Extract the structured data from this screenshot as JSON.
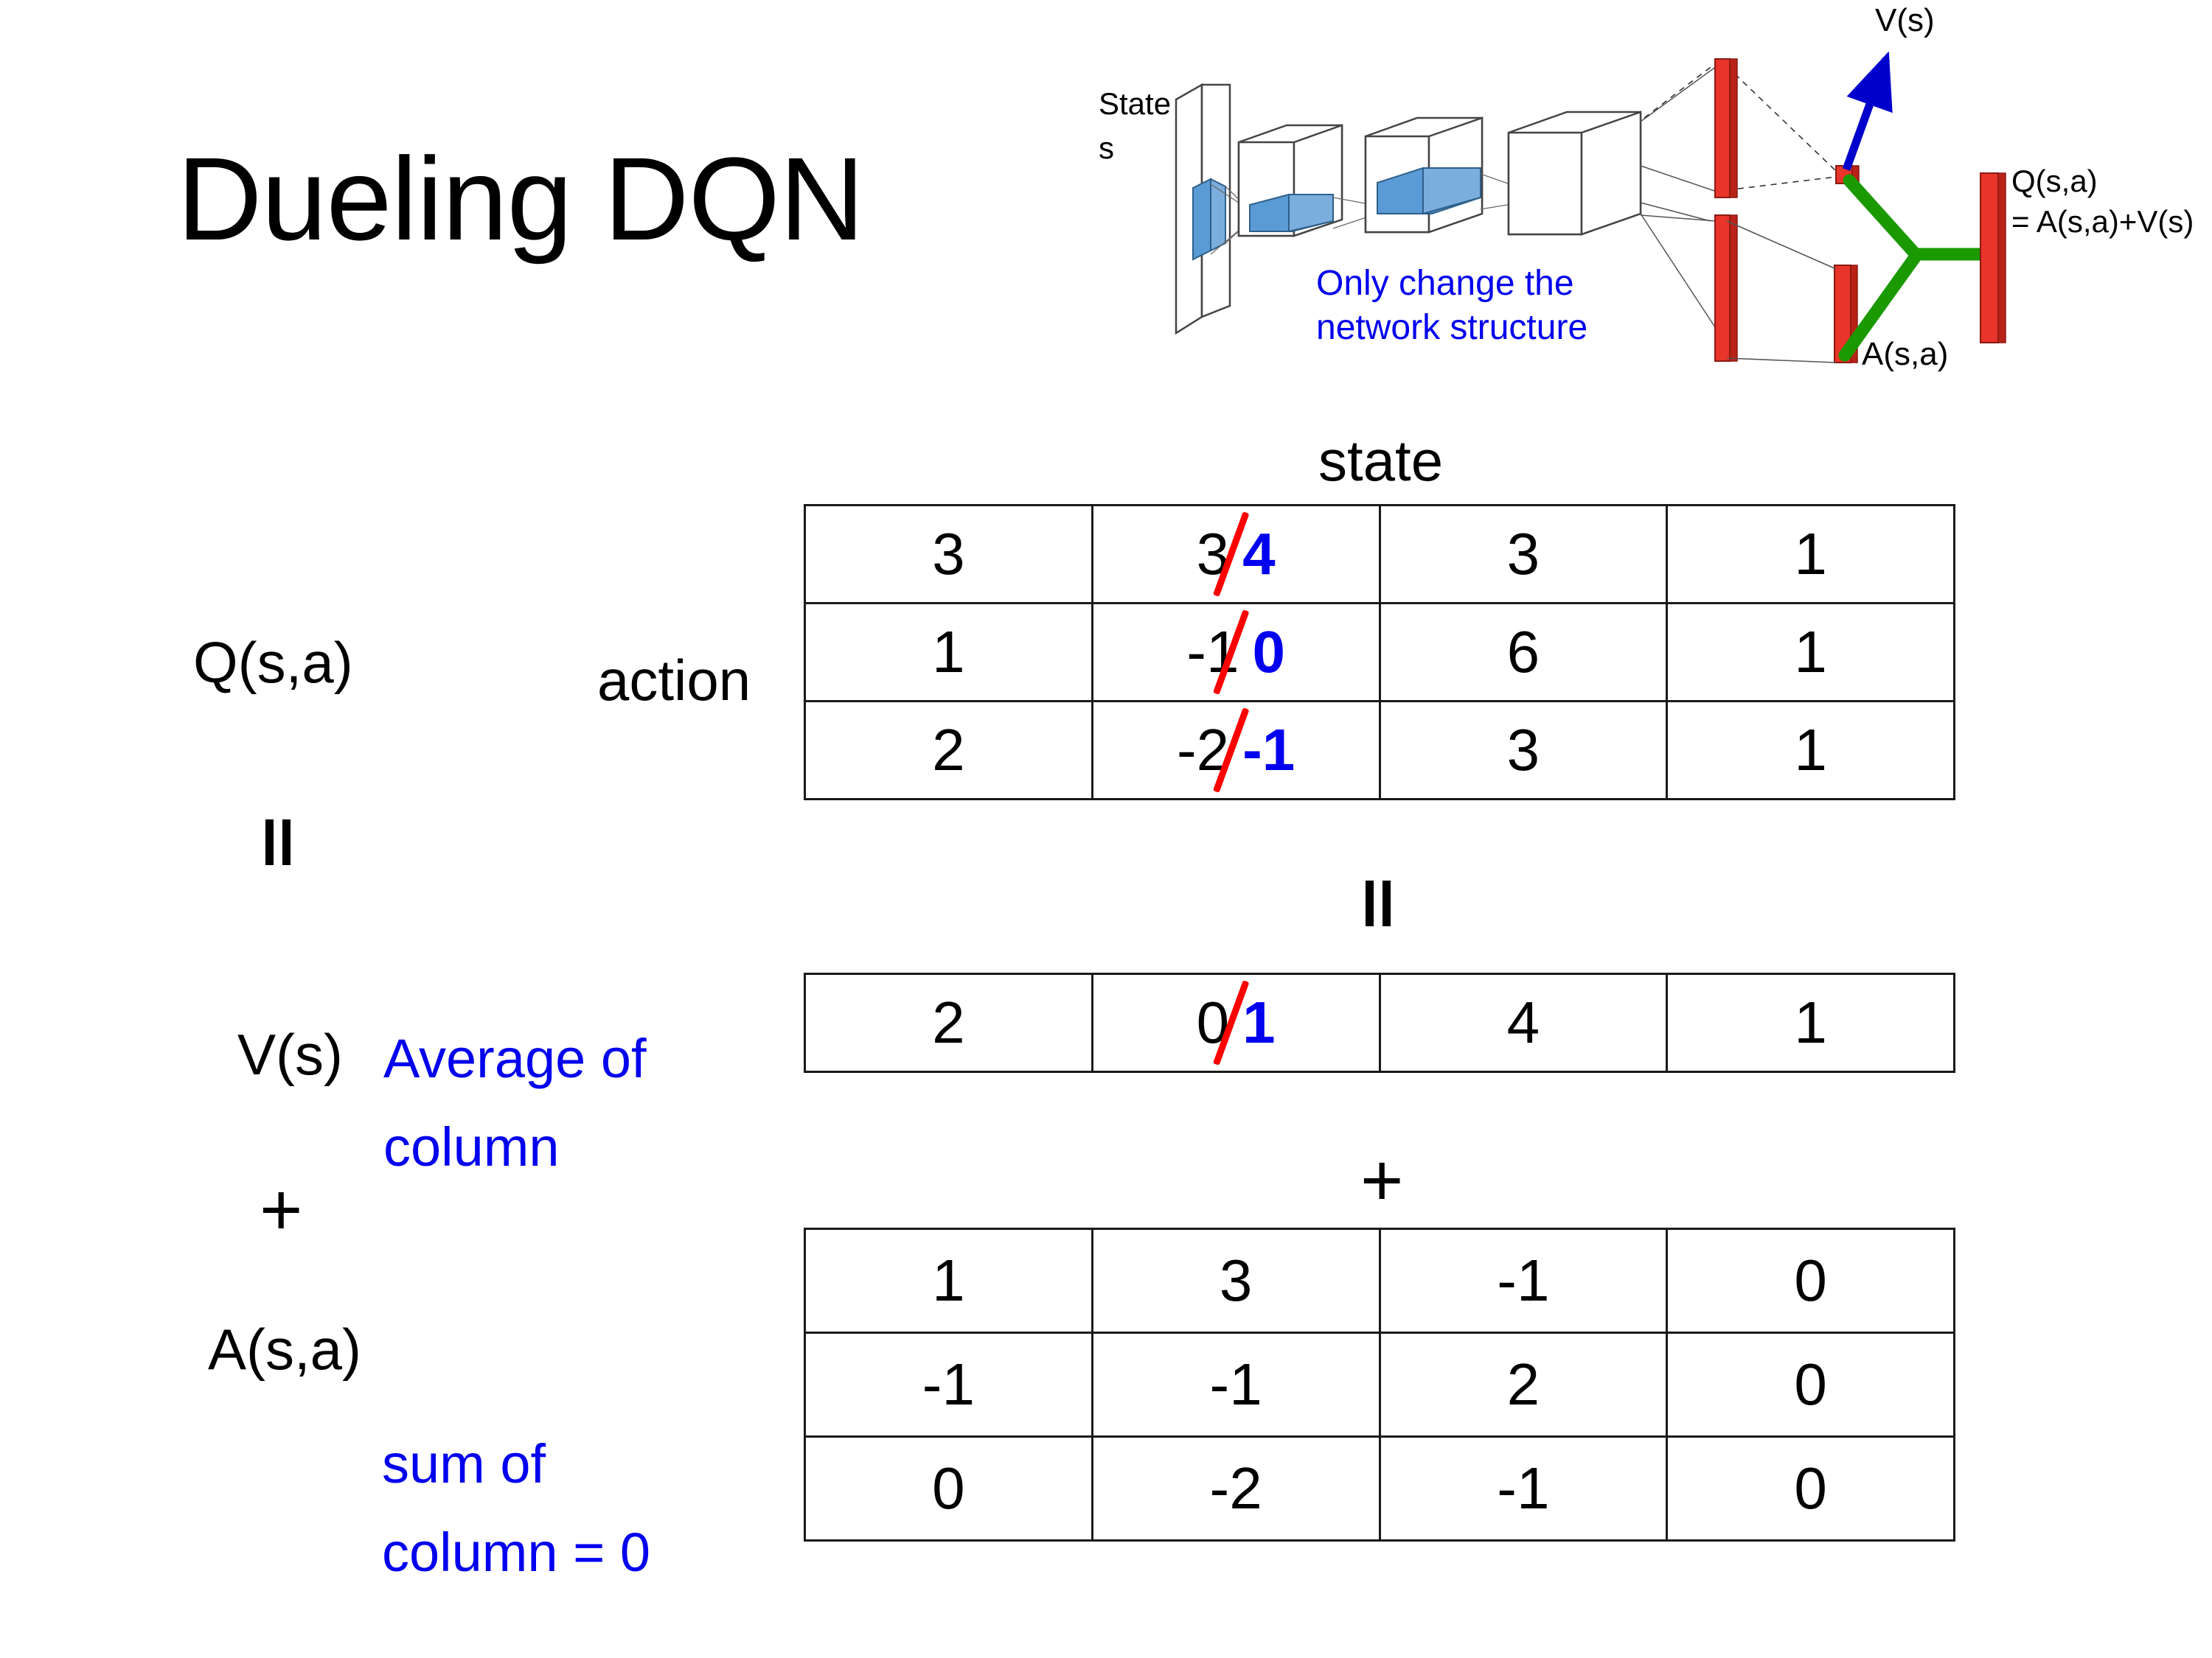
{
  "slide": {
    "title": "Dueling DQN"
  },
  "diagram": {
    "state_label_line1": "State",
    "state_label_line2": "s",
    "note_line1": "Only change the",
    "note_line2": "network structure",
    "v_label": "V(s)",
    "a_label": "A(s,a)",
    "q_label_line1": "Q(s,a)",
    "q_label_line2": "= A(s,a)+V(s)",
    "colors": {
      "blue_arrow": "#0000CC",
      "green_join": "#1a9900",
      "red_bar": "#E8342A",
      "blue_block": "#5B9BD5",
      "note_text": "#0000EE"
    }
  },
  "labels": {
    "state_header": "state",
    "action_header": "action",
    "q_label": "Q(s,a)",
    "v_label": "V(s)",
    "a_label": "A(s,a)",
    "avg_note_line1": "Average of",
    "avg_note_line2": "column",
    "sum_note_line1": "sum of",
    "sum_note_line2": "column = 0",
    "equals_left": "=",
    "plus_left": "+",
    "equals_mid": "=",
    "plus_mid": "+"
  },
  "chart_data": {
    "type": "table",
    "title": "Dueling DQN: Q(s,a) = V(s) + A(s,a)",
    "xlabel": "state",
    "ylabel": "action",
    "tables": [
      {
        "name": "Q(s,a)",
        "rows": 3,
        "cols": 4,
        "values": [
          [
            "3",
            "3",
            "3",
            "1"
          ],
          [
            "1",
            "-1",
            "6",
            "1"
          ],
          [
            "2",
            "-2",
            "3",
            "1"
          ]
        ],
        "edits": [
          {
            "row": 0,
            "col": 1,
            "old": "3",
            "new": "4"
          },
          {
            "row": 1,
            "col": 1,
            "old": "-1",
            "new": "0"
          },
          {
            "row": 2,
            "col": 1,
            "old": "-2",
            "new": "-1"
          }
        ]
      },
      {
        "name": "V(s)",
        "rows": 1,
        "cols": 4,
        "values": [
          [
            "2",
            "0",
            "4",
            "1"
          ]
        ],
        "edits": [
          {
            "row": 0,
            "col": 1,
            "old": "0",
            "new": "1"
          }
        ]
      },
      {
        "name": "A(s,a)",
        "rows": 3,
        "cols": 4,
        "values": [
          [
            "1",
            "3",
            "-1",
            "0"
          ],
          [
            "-1",
            "-1",
            "2",
            "0"
          ],
          [
            "0",
            "-2",
            "-1",
            "0"
          ]
        ],
        "edits": []
      }
    ]
  }
}
